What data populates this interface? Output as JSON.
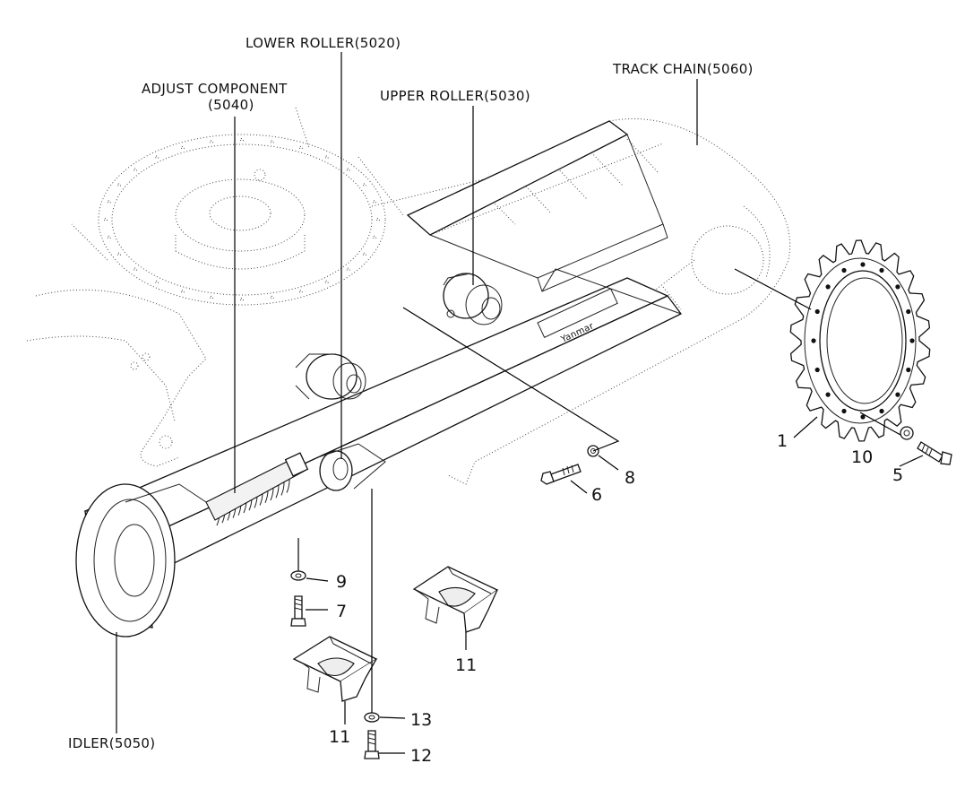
{
  "labels": {
    "lower_roller": "LOWER ROLLER(5020)",
    "adjust_component_line1": "ADJUST COMPONENT",
    "adjust_component_line2": "(5040)",
    "upper_roller": "UPPER ROLLER(5030)",
    "track_chain": "TRACK CHAIN(5060)",
    "idler": "IDLER(5050)"
  },
  "callouts": {
    "n1": "1",
    "n5": "5",
    "n6": "6",
    "n7": "7",
    "n8": "8",
    "n9": "9",
    "n10": "10",
    "n11a": "11",
    "n11b": "11",
    "n12": "12",
    "n13": "13"
  }
}
